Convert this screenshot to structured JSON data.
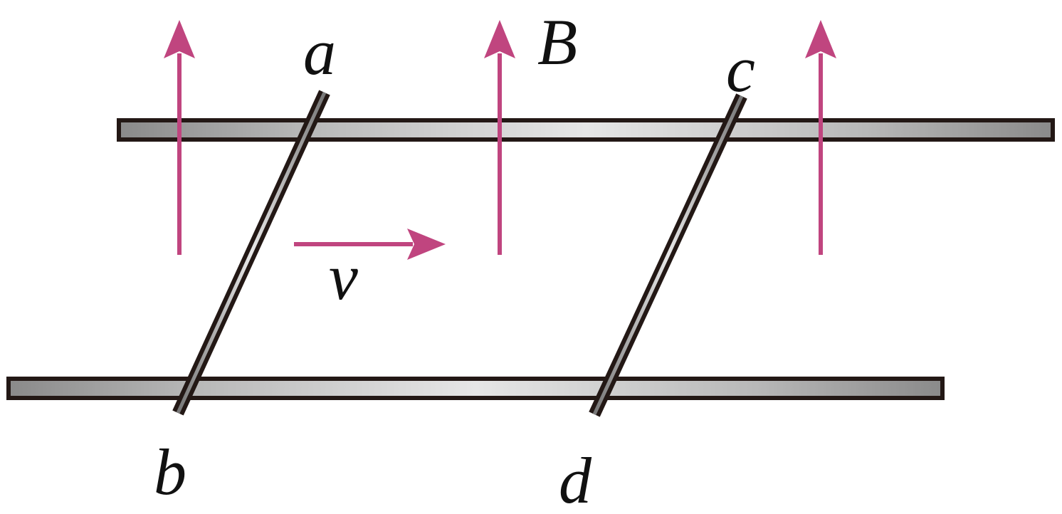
{
  "labels": {
    "a": "a",
    "b": "b",
    "c": "c",
    "d": "d",
    "field": "B",
    "velocity": "v"
  },
  "colors": {
    "field_arrow": "#c0457f",
    "velocity_arrow": "#c0457f",
    "outline": "#231815",
    "rail_dark": "#8a8a8a",
    "rail_light": "#e6e6e6",
    "label": "#111111"
  },
  "icons": {
    "field_lines": "magnetic-field-arrow-icon",
    "velocity": "velocity-arrow-icon"
  }
}
